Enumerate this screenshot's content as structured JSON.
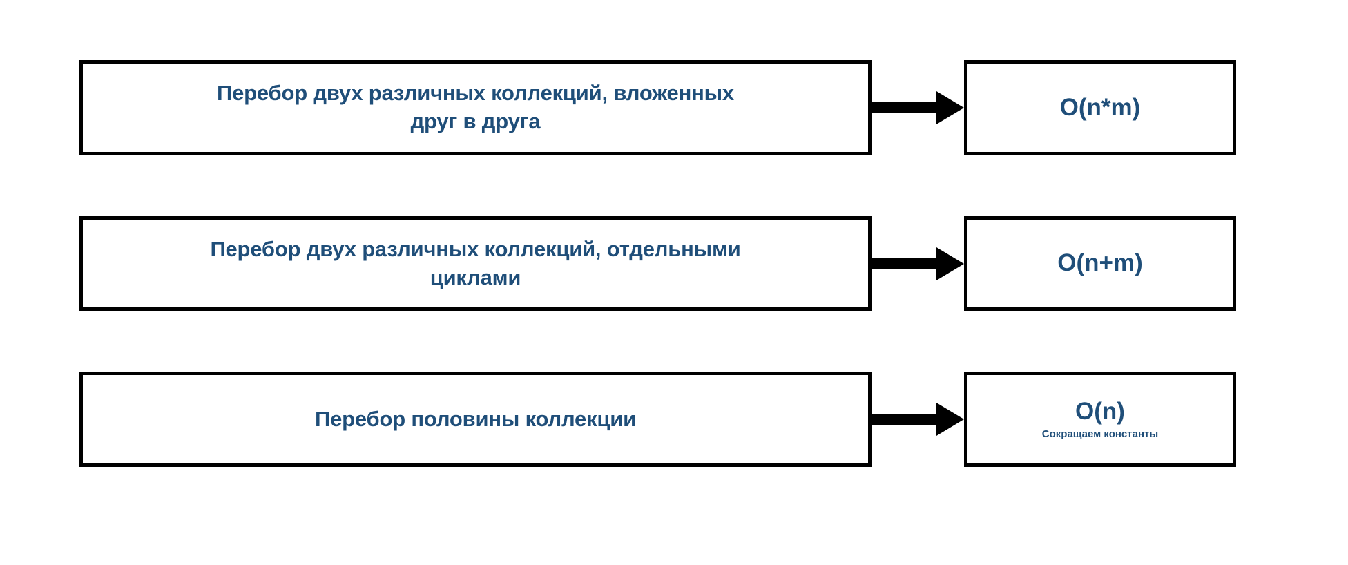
{
  "diagram": {
    "title_text_color": "#1F4E79",
    "border_color": "#000000",
    "background_color": "#FFFFFF",
    "arrow_color": "#000000",
    "rows": [
      {
        "task": "Перебор двух различных коллекций, вложенных\nдруг в друга",
        "complexity": "O(n*m)",
        "note": "",
        "arrow_icon": "right-block-arrow-icon"
      },
      {
        "task": "Перебор двух различных коллекций, отдельными\nциклами",
        "complexity": "O(n+m)",
        "note": "",
        "arrow_icon": "right-block-arrow-icon"
      },
      {
        "task": "Перебор половины коллекции",
        "complexity": "O(n)",
        "note": "Сокращаем константы",
        "arrow_icon": "right-block-arrow-icon"
      }
    ]
  }
}
